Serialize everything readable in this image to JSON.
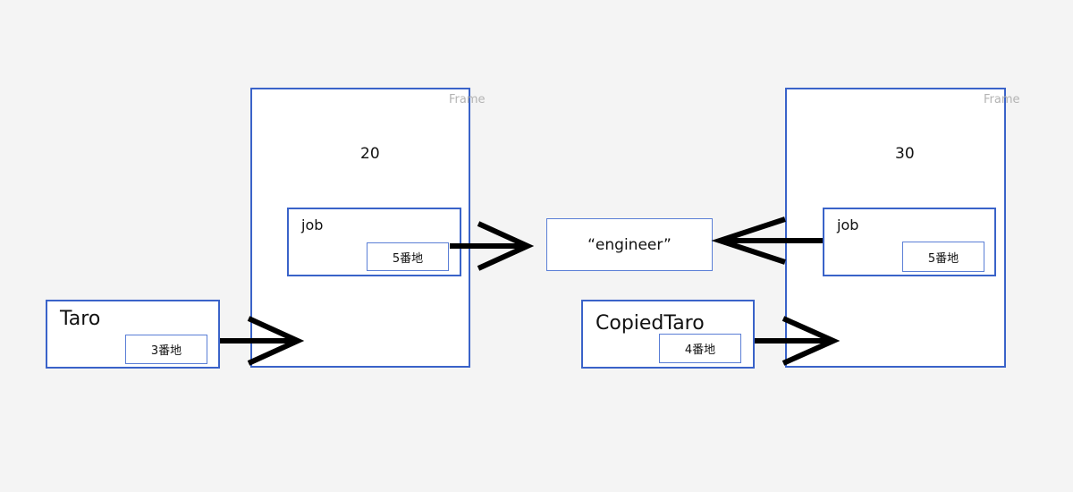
{
  "colors": {
    "border": "#3a63c9",
    "arrow": "#000000",
    "frame_tag": "#b3b3b3",
    "background": "#f4f4f4"
  },
  "frames": [
    {
      "tag": "Frame",
      "value": "20",
      "field": {
        "name": "job",
        "address": "5番地"
      }
    },
    {
      "tag": "Frame",
      "value": "30",
      "field": {
        "name": "job",
        "address": "5番地"
      }
    }
  ],
  "variables": [
    {
      "name": "Taro",
      "address": "3番地"
    },
    {
      "name": "CopiedTaro",
      "address": "4番地"
    }
  ],
  "string_value": "“engineer”"
}
